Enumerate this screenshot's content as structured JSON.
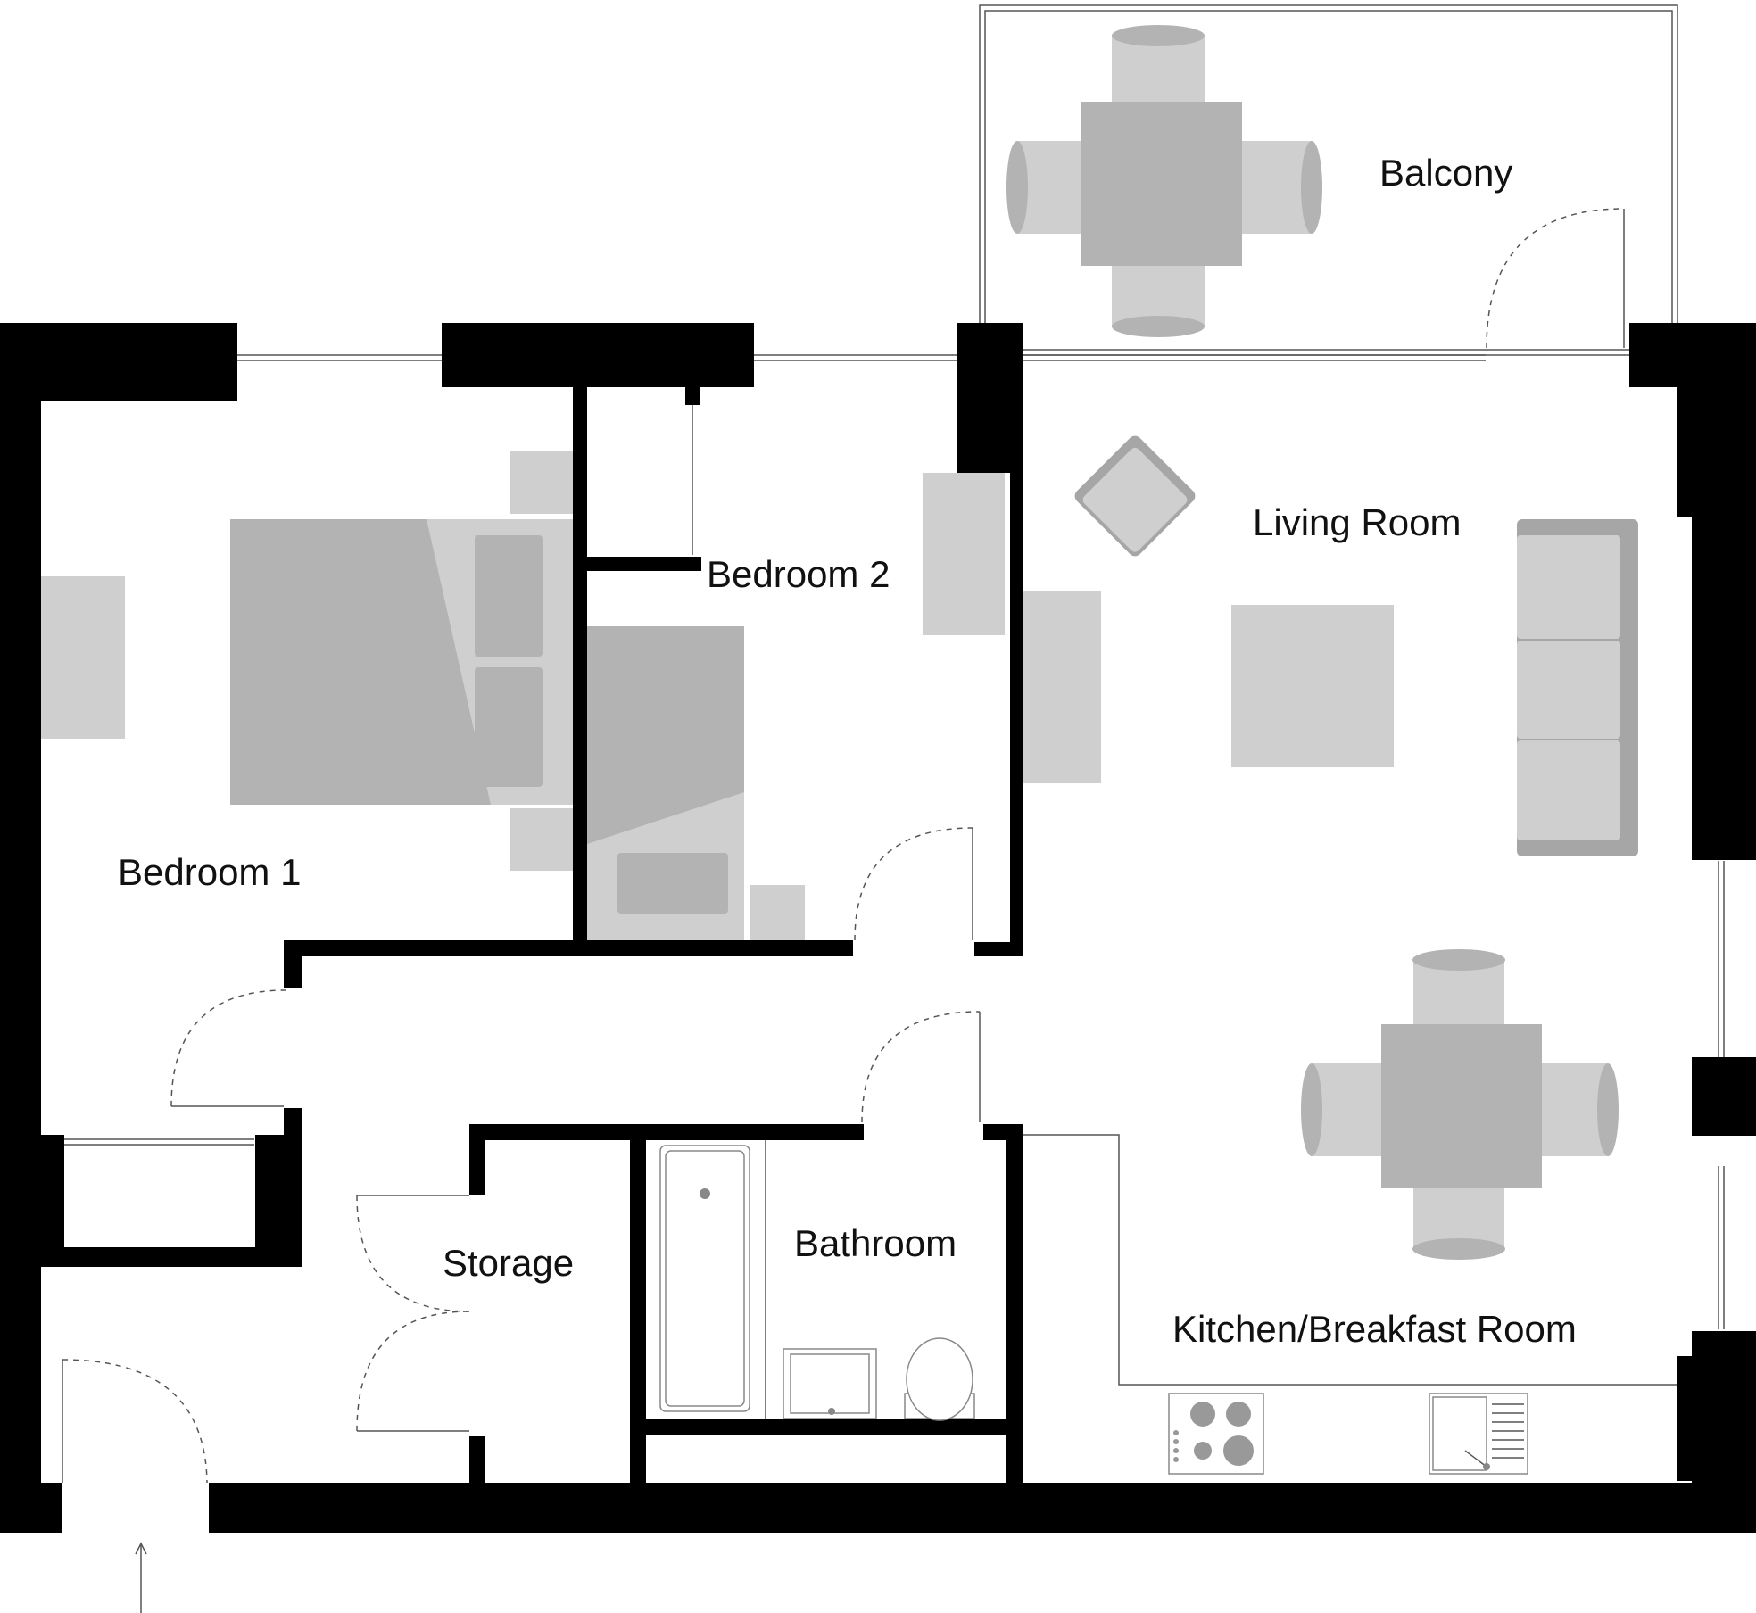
{
  "plan": {
    "rooms": [
      {
        "id": "balcony",
        "label": "Balcony"
      },
      {
        "id": "living-room",
        "label": "Living Room"
      },
      {
        "id": "bedroom-2",
        "label": "Bedroom 2"
      },
      {
        "id": "bedroom-1",
        "label": "Bedroom 1"
      },
      {
        "id": "storage",
        "label": "Storage"
      },
      {
        "id": "bathroom",
        "label": "Bathroom"
      },
      {
        "id": "kitchen",
        "label": "Kitchen/Breakfast Room"
      }
    ],
    "colors": {
      "wall": "#000000",
      "furniture_light": "#cfcfcf",
      "furniture_mid": "#b3b3b3",
      "furniture_dark": "#a6a6a6",
      "outline": "#555555"
    },
    "icons": [
      "entrance-arrow-icon",
      "door-swing-icon",
      "bed-icon",
      "sofa-icon",
      "dining-set-icon",
      "hob-icon",
      "sink-icon",
      "toilet-icon",
      "bath-icon"
    ]
  }
}
